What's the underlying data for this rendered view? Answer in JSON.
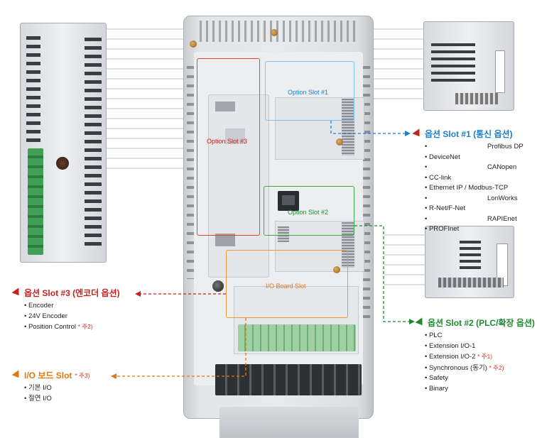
{
  "slots": {
    "slot3_label": "Option Slot #3",
    "slot1_label": "Option Slot #1",
    "slot2_label": "Option Slot #2",
    "io_label": "I/O Board Slot"
  },
  "callouts": {
    "slot1": {
      "title": "옵션 Slot #1 (통신 옵션)",
      "items": [
        "Profibus DP",
        "DeviceNet",
        "CANopen",
        "CC-link",
        "Ethernet IP / Modbus-TCP",
        "LonWorks",
        "R-Net/F-Net",
        "RAPIEnet",
        "PROFInet"
      ]
    },
    "slot2": {
      "title": "옵션 Slot #2 (PLC/확장 옵션)",
      "items": [
        "PLC",
        "Extension I/O-1",
        "Extension I/O-2",
        "Synchronous (동기)",
        "Safety",
        "Binary"
      ],
      "notes": [
        "* 주1)",
        "* 주2)"
      ]
    },
    "slot3": {
      "title": "옵션 Slot #3 (엔코더 옵션)",
      "items": [
        "Encoder",
        "24V Encoder",
        "Position Control"
      ],
      "note": "* 주2)"
    },
    "io": {
      "title": "I/O 보드 Slot",
      "note": "* 주3)",
      "items": [
        "기본 I/O",
        "절연 I/O"
      ]
    }
  },
  "colors": {
    "slot1": "#1a7fd0",
    "slot2": "#1f8a2c",
    "slot3": "#c8201a",
    "io": "#e07810",
    "note": "#e0301e"
  }
}
